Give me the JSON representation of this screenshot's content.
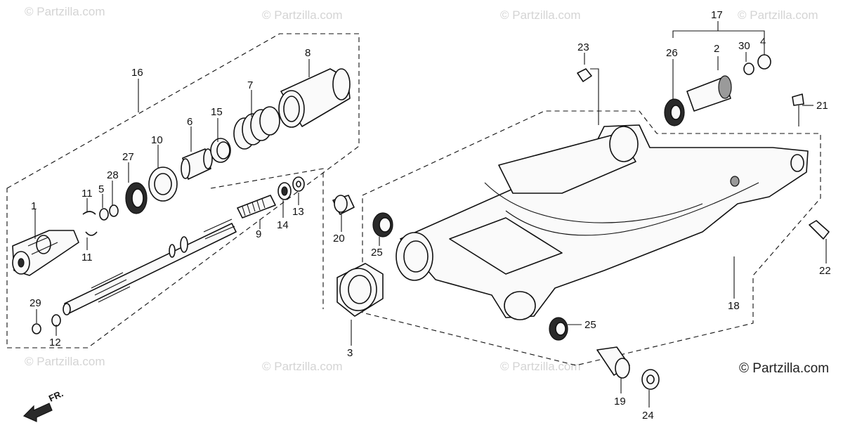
{
  "watermark": "© Partzilla.com",
  "copyright": "© Partzilla.com",
  "direction_label": "FR.",
  "callouts": [
    {
      "id": "c1",
      "label": "1"
    },
    {
      "id": "c2",
      "label": "2"
    },
    {
      "id": "c3",
      "label": "3"
    },
    {
      "id": "c4",
      "label": "4"
    },
    {
      "id": "c5",
      "label": "5"
    },
    {
      "id": "c6",
      "label": "6"
    },
    {
      "id": "c7",
      "label": "7"
    },
    {
      "id": "c8",
      "label": "8"
    },
    {
      "id": "c9",
      "label": "9"
    },
    {
      "id": "c10",
      "label": "10"
    },
    {
      "id": "c11a",
      "label": "11"
    },
    {
      "id": "c11b",
      "label": "11"
    },
    {
      "id": "c12",
      "label": "12"
    },
    {
      "id": "c13",
      "label": "13"
    },
    {
      "id": "c14",
      "label": "14"
    },
    {
      "id": "c15",
      "label": "15"
    },
    {
      "id": "c16",
      "label": "16"
    },
    {
      "id": "c17",
      "label": "17"
    },
    {
      "id": "c18",
      "label": "18"
    },
    {
      "id": "c19",
      "label": "19"
    },
    {
      "id": "c20",
      "label": "20"
    },
    {
      "id": "c21",
      "label": "21"
    },
    {
      "id": "c22",
      "label": "22"
    },
    {
      "id": "c23",
      "label": "23"
    },
    {
      "id": "c24",
      "label": "24"
    },
    {
      "id": "c25a",
      "label": "25"
    },
    {
      "id": "c25b",
      "label": "25"
    },
    {
      "id": "c26",
      "label": "26"
    },
    {
      "id": "c27",
      "label": "27"
    },
    {
      "id": "c28",
      "label": "28"
    },
    {
      "id": "c29",
      "label": "29"
    },
    {
      "id": "c30",
      "label": "30"
    }
  ]
}
